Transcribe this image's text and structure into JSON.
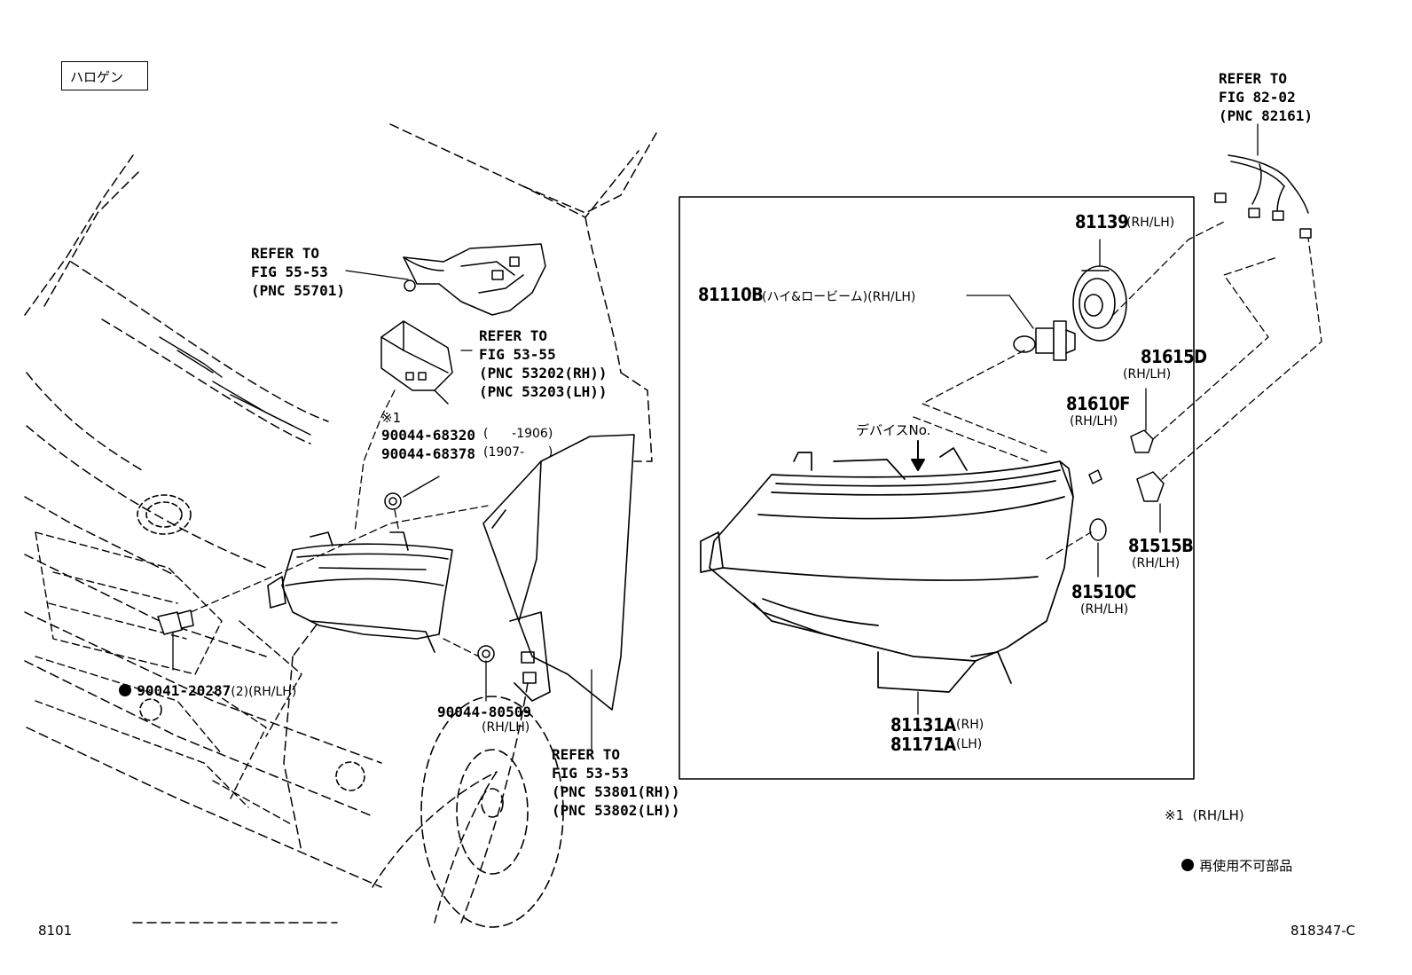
{
  "header_tag": "ハロゲン",
  "refs": {
    "wire": [
      "REFER TO",
      "FIG 82-02",
      "(PNC 82161)"
    ],
    "bracket": [
      "REFER TO",
      "FIG 55-53",
      "(PNC 55701)"
    ],
    "support": [
      "REFER TO",
      "FIG 53-55",
      "(PNC 53202(RH))",
      "(PNC 53203(LH))"
    ],
    "fender": [
      "REFER TO",
      "FIG 53-53",
      "(PNC 53801(RH))",
      "(PNC 53802(LH))"
    ]
  },
  "parts": {
    "p81139": {
      "num": "81139",
      "side": "(RH/LH)"
    },
    "p81110b": {
      "num": "81110B",
      "desc": "(ハイ&ロービーム)(RH/LH)"
    },
    "p81615d": {
      "num": "81615D",
      "side": "(RH/LH)"
    },
    "p81610f": {
      "num": "81610F",
      "side": "(RH/LH)"
    },
    "p81515b": {
      "num": "81515B",
      "side": "(RH/LH)"
    },
    "p81510c": {
      "num": "81510C",
      "side": "(RH/LH)"
    },
    "p81131a": {
      "num": "81131A",
      "side": "(RH)"
    },
    "p81171a": {
      "num": "81171A",
      "side": "(LH)"
    },
    "device_no": "デバイスNo.",
    "clip_note": "※1",
    "clip1_num": "90044-68320",
    "clip1_range": "(      -1906)",
    "clip2_num": "90044-68378",
    "clip2_range": "(1907-      )",
    "bolt_num": "90041-20287",
    "bolt_qty": "(2)",
    "bolt_side": "(RH/LH)",
    "nut_num": "90044-80509",
    "nut_side": "(RH/LH)"
  },
  "legend": {
    "note1": "※1  (RH/LH)",
    "nonreuse": "再使用不可部品"
  },
  "footer": {
    "left": "8101",
    "right": "818347-C"
  }
}
